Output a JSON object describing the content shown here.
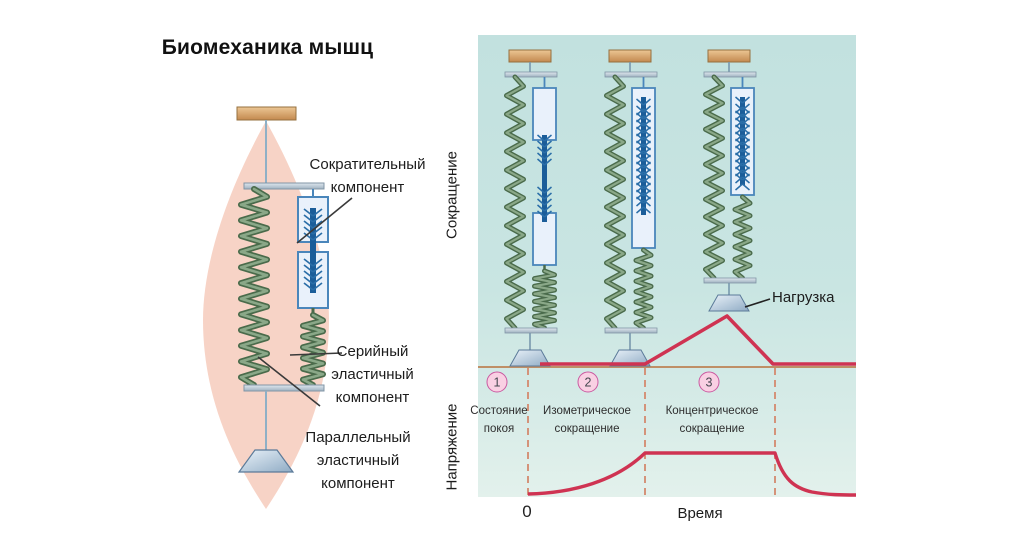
{
  "title": "Биомеханика мышц",
  "left_diagram": {
    "contractile_label": {
      "line1": "Сократительный",
      "line2": "компонент"
    },
    "series_elastic_label": {
      "line1": "Серийный",
      "line2": "эластичный",
      "line3": "компонент"
    },
    "parallel_elastic_label": {
      "line1": "Параллельный",
      "line2": "эластичный",
      "line3": "компонент"
    }
  },
  "right_panel": {
    "y_axis_top_label": "Сокращение",
    "y_axis_bottom_label": "Напряжение",
    "x_axis_label": "Время",
    "origin_label": "0",
    "load_label": "Нагрузка",
    "phases": [
      {
        "number": "1",
        "line1": "Состояние",
        "line2": "покоя"
      },
      {
        "number": "2",
        "line1": "Изометрическое",
        "line2": "сокращение"
      },
      {
        "number": "3",
        "line1": "Концентрическое",
        "line2": "сокращение"
      }
    ]
  },
  "colors": {
    "panel_teal": "#c7e3e1",
    "curve_red": "#cf3352",
    "ground_tan": "#bf8f66",
    "dashed_salmon": "#d4937a",
    "spring_green_dark": "#4a6b4b",
    "spring_green_light": "#8aa888",
    "filament_blue": "#1b5d99",
    "muscle_pink": "#f7d3c6",
    "wood_tan": "#d8a468",
    "phase_circle_fill": "#f9d0e3",
    "phase_circle_border": "#ca5aa1"
  }
}
